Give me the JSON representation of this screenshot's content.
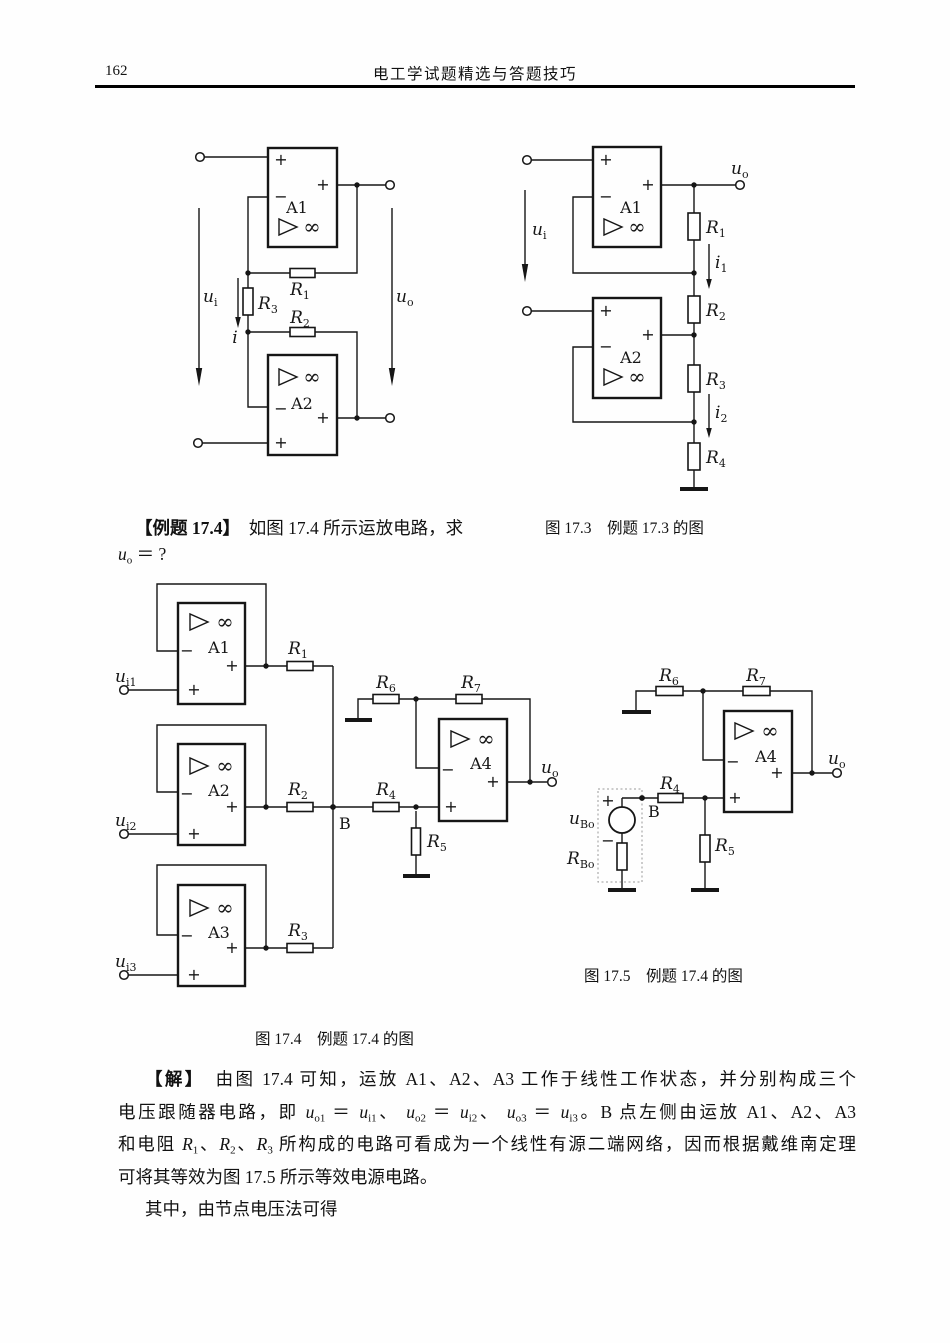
{
  "page": {
    "number": "162",
    "header_title": "电工学试题精选与答题技巧"
  },
  "example": {
    "heading": [
      {
        "t": "【例题 17.4】",
        "b": 1
      },
      {
        "t": "　如图 17.4 所示运放电路，求"
      }
    ],
    "question": [
      {
        "t": "u",
        "i": 1
      },
      {
        "t": "o",
        "s": 1
      },
      {
        "t": " ＝ ?"
      }
    ]
  },
  "captions": {
    "fig173": "图  17.3　例题 17.3 的图",
    "fig174": "图 17.4　例题 17.4 的图",
    "fig175": "图  17.5　例题 17.4 的图"
  },
  "solution": {
    "line1": [
      {
        "t": "【解】",
        "b": 1
      },
      {
        "t": "　由图 17.4 可知，运放 A1、A2、A3 工作于线性工作状态，并分别构成三个"
      }
    ],
    "line2": [
      {
        "t": "电压跟随器电路，即 "
      },
      {
        "t": "u",
        "i": 1
      },
      {
        "t": "o1",
        "s": 1
      },
      {
        "t": " ＝ "
      },
      {
        "t": "u",
        "i": 1
      },
      {
        "t": "i1",
        "s": 1
      },
      {
        "t": "、 "
      },
      {
        "t": "u",
        "i": 1
      },
      {
        "t": "o2",
        "s": 1
      },
      {
        "t": " ＝ "
      },
      {
        "t": "u",
        "i": 1
      },
      {
        "t": "i2",
        "s": 1
      },
      {
        "t": "、 "
      },
      {
        "t": "u",
        "i": 1
      },
      {
        "t": "o3",
        "s": 1
      },
      {
        "t": " ＝ "
      },
      {
        "t": "u",
        "i": 1
      },
      {
        "t": "i3",
        "s": 1
      },
      {
        "t": "。B 点左侧由运放 A1、A2、A3"
      }
    ],
    "line3": [
      {
        "t": "和电阻 "
      },
      {
        "t": "R",
        "i": 1
      },
      {
        "t": "1",
        "s": 1
      },
      {
        "t": "、"
      },
      {
        "t": "R",
        "i": 1
      },
      {
        "t": "2",
        "s": 1
      },
      {
        "t": "、"
      },
      {
        "t": "R",
        "i": 1
      },
      {
        "t": "3",
        "s": 1
      },
      {
        "t": " 所构成的电路可看成为一个线性有源二端网络，因而根据戴维南定理"
      }
    ],
    "line4": [
      {
        "t": "可将其等效为图 17.5 所示等效电源电路。"
      }
    ],
    "line5": [
      {
        "t": "其中，由节点电压法可得"
      }
    ]
  },
  "sym": {
    "plus": "+",
    "minus": "−",
    "inf": "∞",
    "B": "B",
    "A1": "A1",
    "A2": "A2",
    "A3": "A3",
    "A4": "A4",
    "R": "R",
    "u": "u",
    "i": "i",
    "n1": "1",
    "n2": "2",
    "n3": "3",
    "n4": "4",
    "n5": "5",
    "n6": "6",
    "n7": "7",
    "o": "o",
    "sub_i": "i",
    "i1": "i1",
    "i2": "i2",
    "i3": "i3",
    "Bo": "Bo"
  }
}
